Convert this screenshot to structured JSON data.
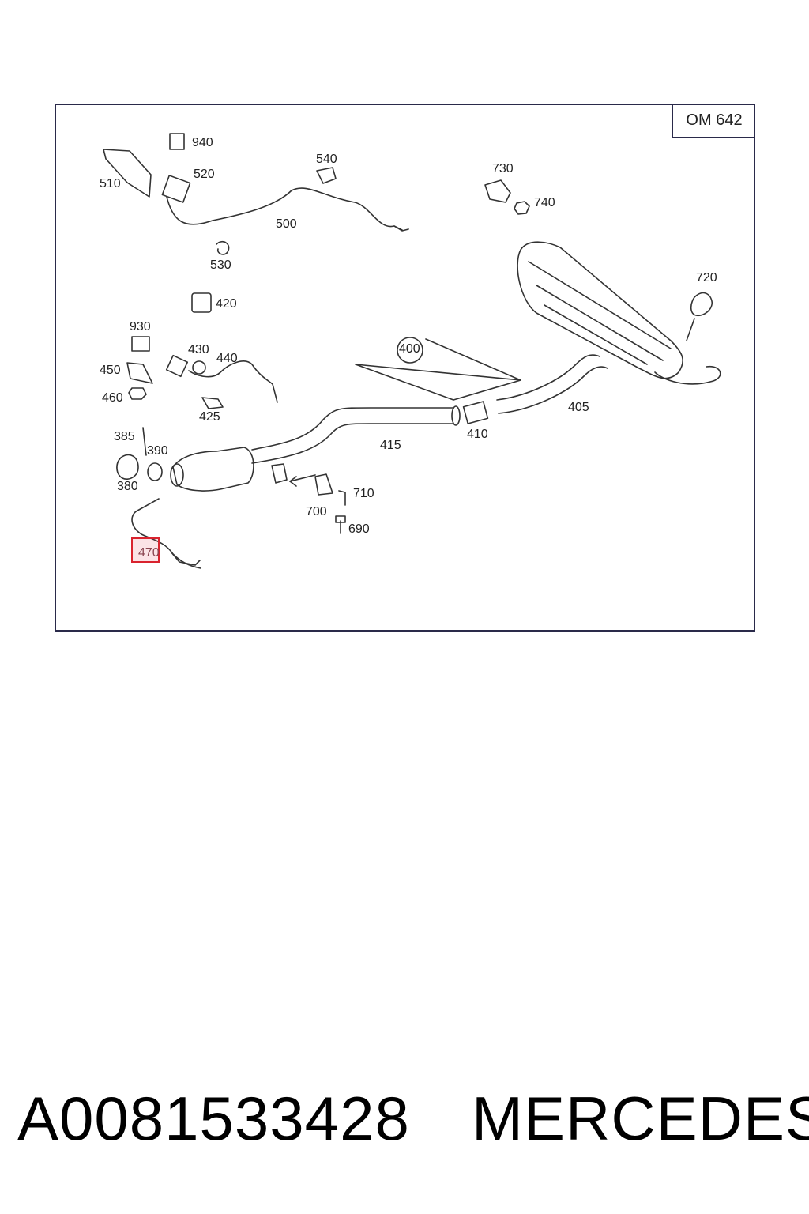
{
  "diagram": {
    "engine_code": "OM 642",
    "highlighted_part": "470",
    "parts": {
      "p940": "940",
      "p520": "520",
      "p510": "510",
      "p540": "540",
      "p500": "500",
      "p530": "530",
      "p730": "730",
      "p740": "740",
      "p720": "720",
      "p420": "420",
      "p930": "930",
      "p430": "430",
      "p440": "440",
      "p450": "450",
      "p460": "460",
      "p425": "425",
      "p400": "400",
      "p405": "405",
      "p410": "410",
      "p415": "415",
      "p385": "385",
      "p390": "390",
      "p380": "380",
      "p700": "700",
      "p710": "710",
      "p690": "690"
    }
  },
  "footer": {
    "part_number": "A0081533428",
    "brand": "MERCEDES"
  },
  "colors": {
    "frame": "#2a2a4a",
    "highlight": "#d9232e"
  }
}
